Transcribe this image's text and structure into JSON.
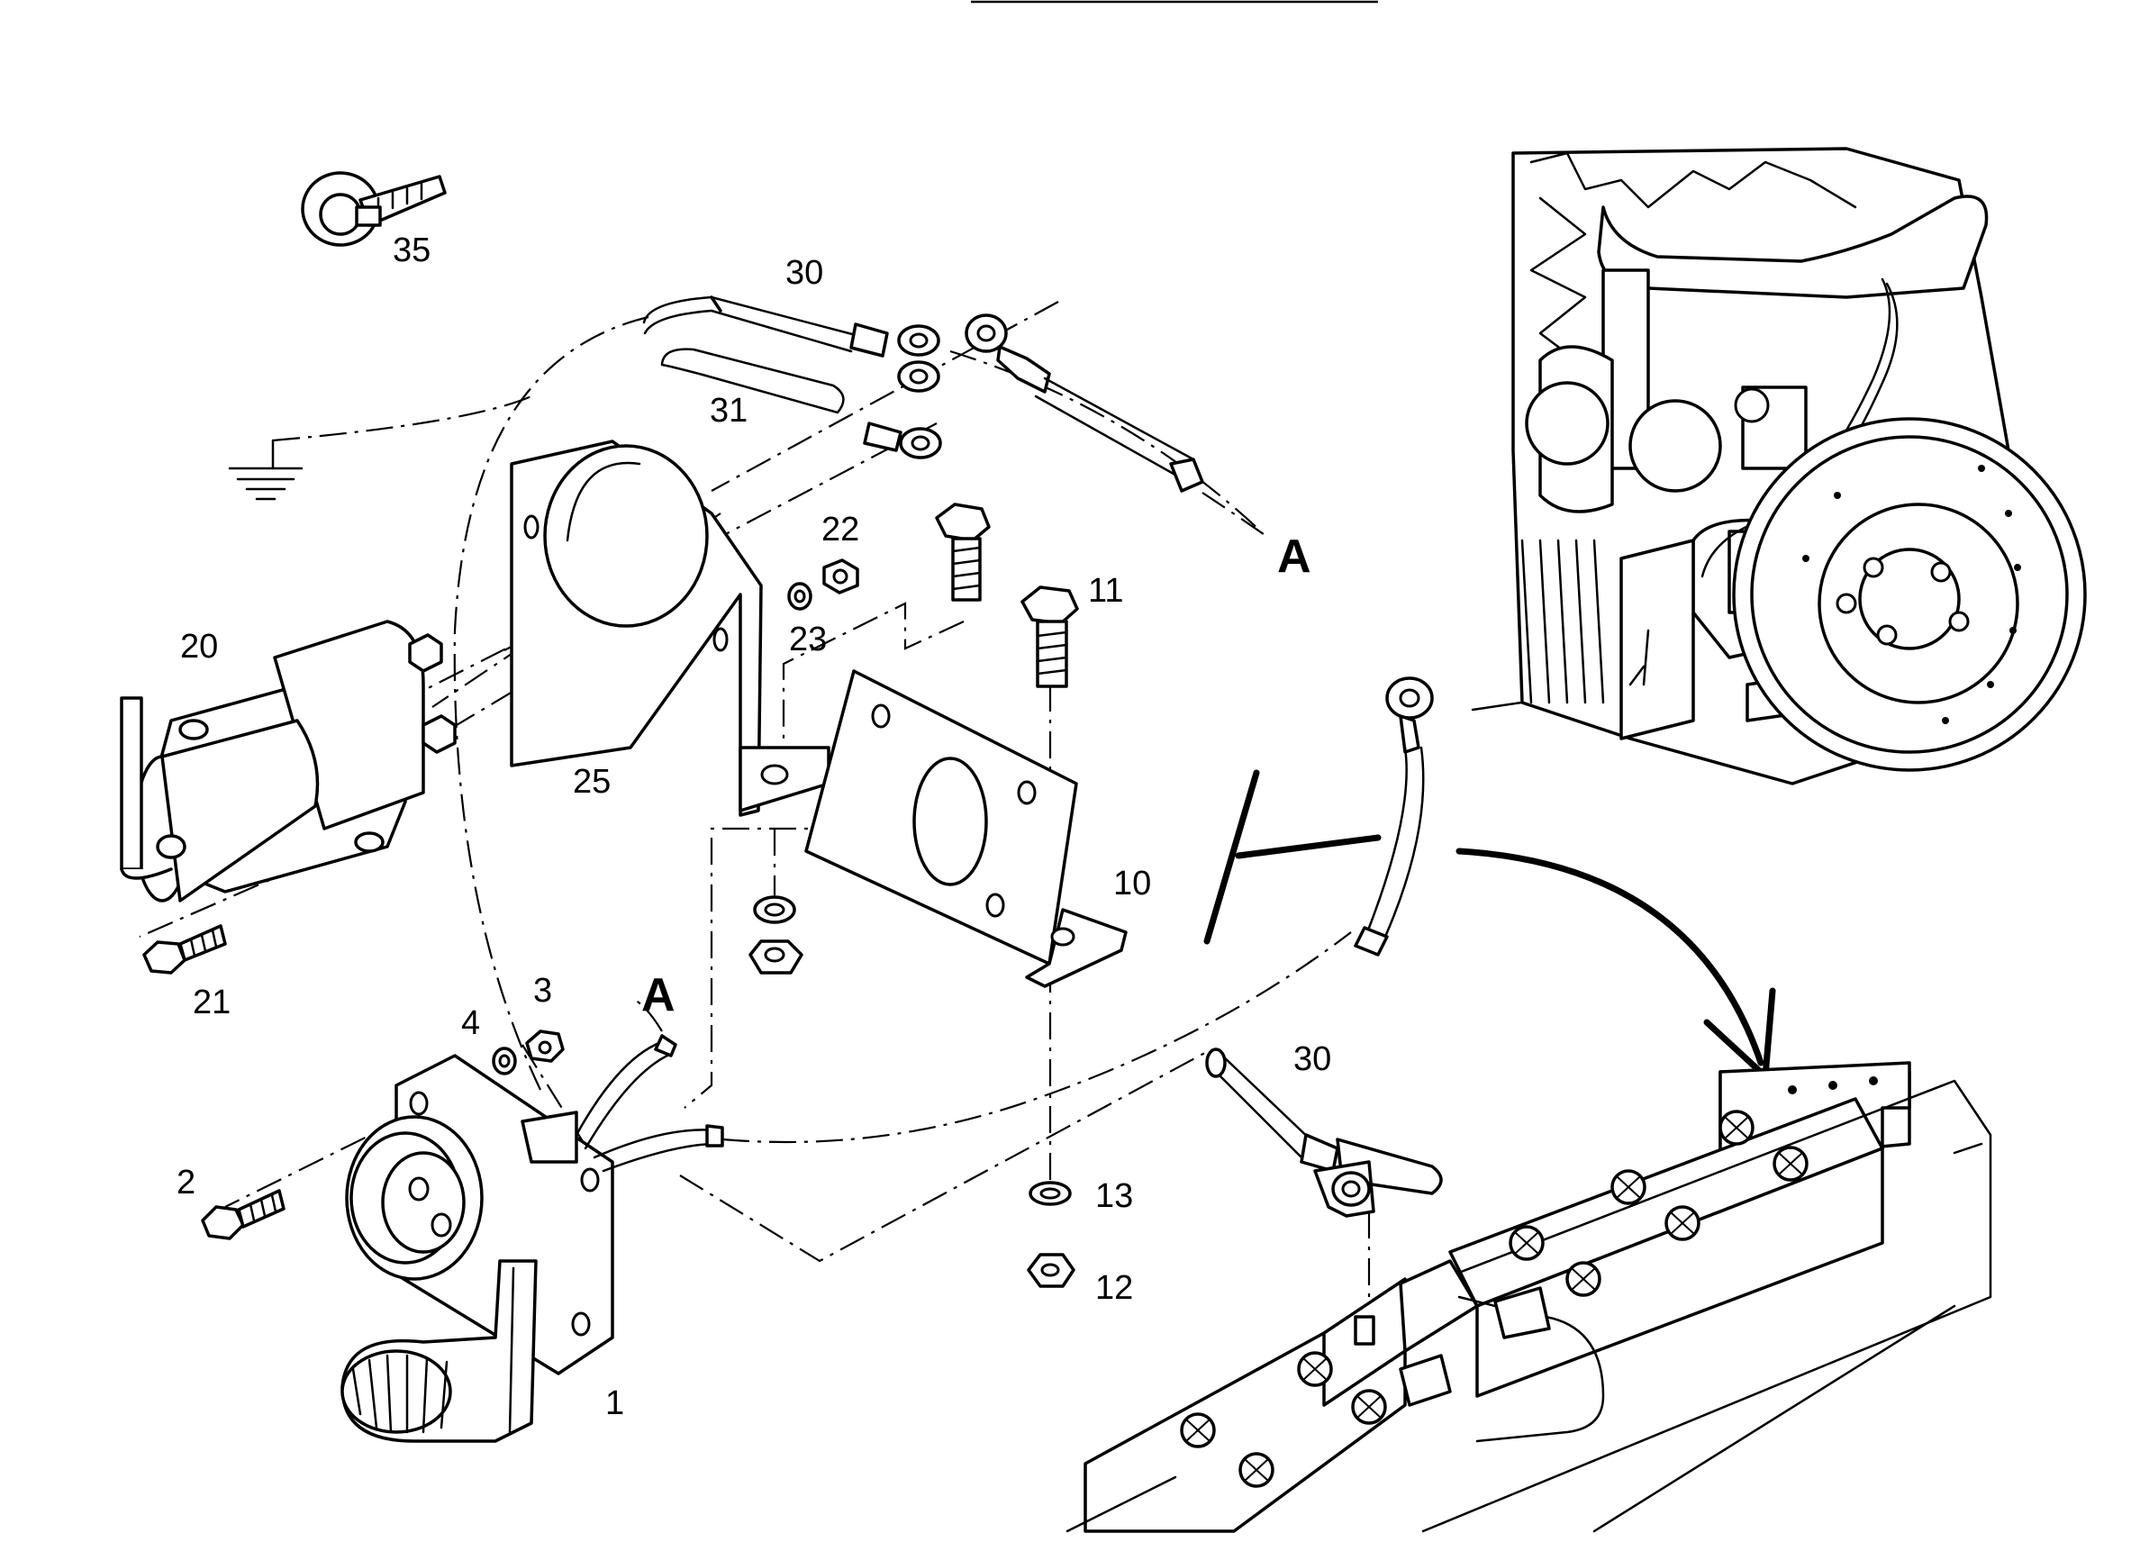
{
  "diagram": {
    "callouts": [
      "35",
      "30",
      "31",
      "22",
      "23",
      "11",
      "20",
      "25",
      "10",
      "21",
      "3",
      "4",
      "2",
      "1",
      "30",
      "13",
      "12"
    ],
    "connector_label": "A"
  }
}
